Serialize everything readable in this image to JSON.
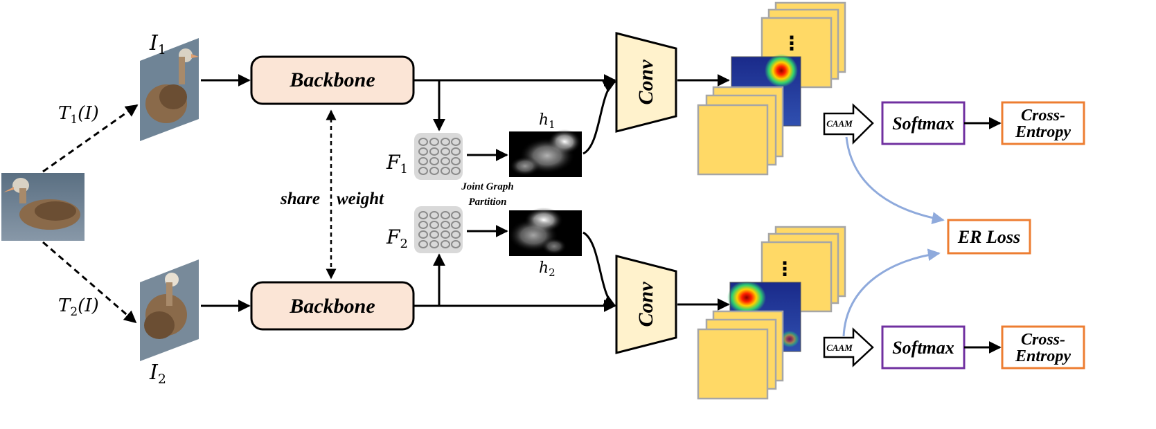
{
  "inputs": {
    "i1_base": "I",
    "i1_sub": "1",
    "i2_base": "I",
    "i2_sub": "2"
  },
  "transforms": {
    "t1_base": "T",
    "t1_sub": "1",
    "t1_arg": "(I)",
    "t2_base": "T",
    "t2_sub": "2",
    "t2_arg": "(I)"
  },
  "backbone": {
    "top": "Backbone",
    "bottom": "Backbone"
  },
  "share": {
    "left": "share",
    "right": "weight"
  },
  "features": {
    "f1_base": "F",
    "f1_sub": "1",
    "f2_base": "F",
    "f2_sub": "2"
  },
  "heatmaps": {
    "h1_base": "h",
    "h1_sub": "1",
    "h2_base": "h",
    "h2_sub": "2"
  },
  "partition": {
    "line1": "Joint Graph",
    "line2": "Partition"
  },
  "conv": {
    "top": "Conv",
    "bottom": "Conv"
  },
  "stack_ellipsis": {
    "top": "⋮",
    "bottom": "⋮"
  },
  "caam": {
    "top": "CAAM",
    "bottom": "CAAM"
  },
  "softmax": {
    "top": "Softmax",
    "bottom": "Softmax"
  },
  "cross_entropy": {
    "top_line1": "Cross-",
    "top_line2": "Entropy",
    "bottom_line1": "Cross-",
    "bottom_line2": "Entropy"
  },
  "er_loss": "ER Loss",
  "colors": {
    "backbone_fill": "#fbe5d6",
    "conv_fill": "#fff2cc",
    "feature_map_fill": "#ffd966",
    "softmax_border": "#7030a0",
    "loss_border": "#ed7d31",
    "er_arrow": "#8faadc",
    "node_fill": "#d9d9d9"
  },
  "icons": {
    "input_image": "bird-photo",
    "view_images": "bird-photo-skewed",
    "node_grid": "graph-node-grid",
    "heat": "attention-heatmap"
  }
}
